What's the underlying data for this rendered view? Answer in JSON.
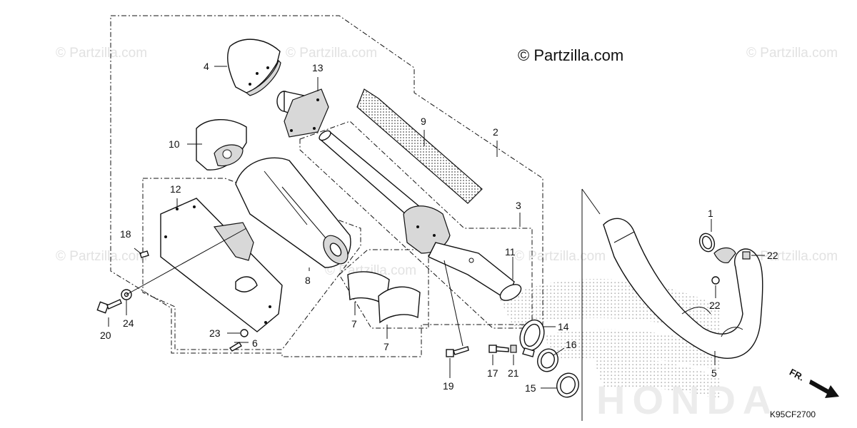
{
  "diagram": {
    "watermark_text": "© Partzilla.com",
    "brand_watermark": "© Partzilla.com",
    "diagram_code": "K95CF2700",
    "direction_label": "FR.",
    "background_logo": "HONDA",
    "callouts": {
      "c1": "1",
      "c2": "2",
      "c3": "3",
      "c4": "4",
      "c5": "5",
      "c6": "6",
      "c7a": "7",
      "c7b": "7",
      "c8": "8",
      "c9": "9",
      "c10": "10",
      "c11": "11",
      "c12": "12",
      "c13": "13",
      "c14": "14",
      "c15": "15",
      "c16": "16",
      "c17": "17",
      "c18": "18",
      "c19": "19",
      "c20": "20",
      "c21": "21",
      "c22a": "22",
      "c22b": "22",
      "c23": "23",
      "c24": "24"
    }
  }
}
